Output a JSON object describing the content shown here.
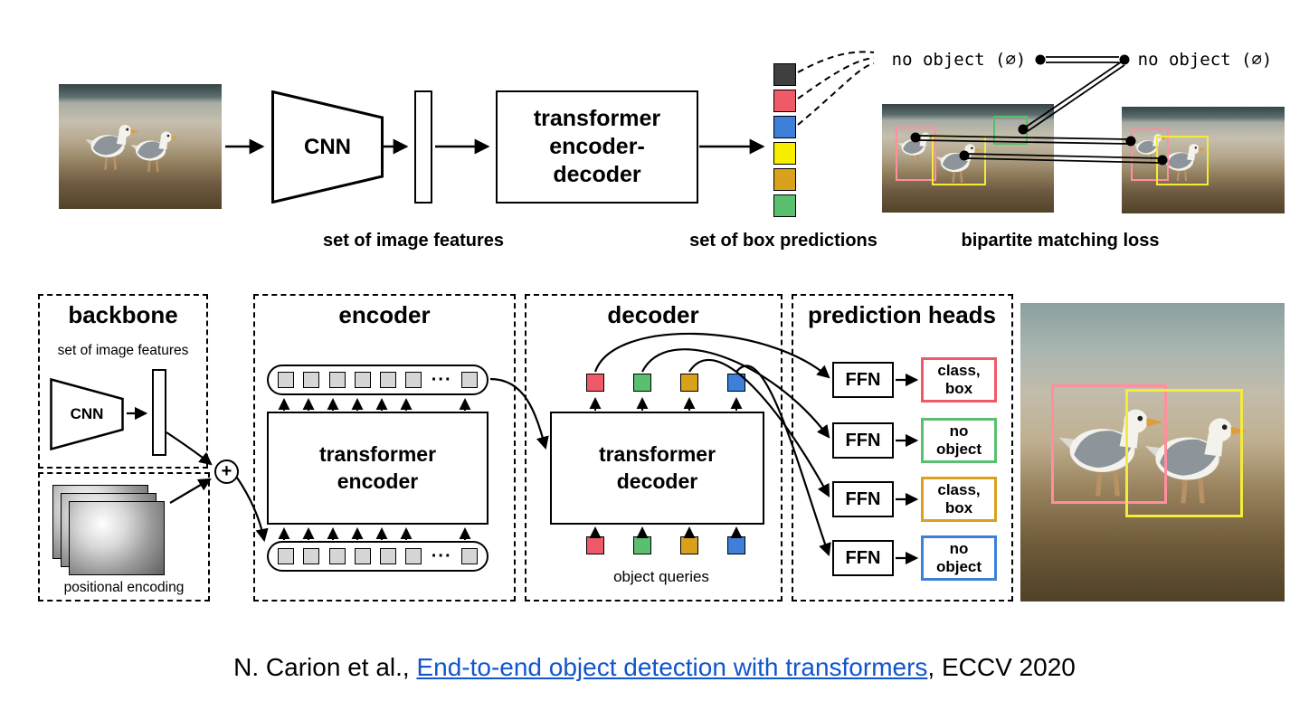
{
  "top": {
    "cnn_label": "CNN",
    "transformer_box": "transformer\nencoder-\ndecoder",
    "label_image_features": "set of image features",
    "label_box_predictions": "set of box predictions",
    "label_bipartite": "bipartite matching loss",
    "no_object_left": "no object (∅)",
    "no_object_right": "no object (∅)",
    "prediction_squares": [
      "#3f3f3f",
      "#ee5a68",
      "#3d7fd9",
      "#f8ee00",
      "#d9a11c",
      "#5abf6e"
    ]
  },
  "backbone": {
    "title": "backbone",
    "label_image_features": "set of image features",
    "cnn_label": "CNN",
    "plus": "+",
    "positional_label": "positional encoding"
  },
  "encoder": {
    "title": "encoder",
    "box_label": "transformer\nencoder",
    "ellipsis": "···"
  },
  "decoder": {
    "title": "decoder",
    "box_label": "transformer\ndecoder",
    "queries_label": "object queries",
    "query_colors": [
      "#ee5a68",
      "#5abf6e",
      "#d9a11c",
      "#3d7fd9"
    ]
  },
  "heads": {
    "title": "prediction heads",
    "rows": [
      {
        "ffn": "FFN",
        "output": "class,\nbox",
        "color": "#ee5a68"
      },
      {
        "ffn": "FFN",
        "output": "no\nobject",
        "color": "#5abf6e"
      },
      {
        "ffn": "FFN",
        "output": "class,\nbox",
        "color": "#d9a11c"
      },
      {
        "ffn": "FFN",
        "output": "no\nobject",
        "color": "#3d7fd9"
      }
    ]
  },
  "colors": {
    "bbox_pink": "#ff8e9e",
    "bbox_yellow": "#f4eb3c",
    "bbox_green": "#57c06a",
    "link_blue": "#1155cc"
  },
  "citation": {
    "prefix": "N. Carion et al., ",
    "link_text": "End-to-end object detection with transformers",
    "suffix": ", ECCV 2020"
  }
}
